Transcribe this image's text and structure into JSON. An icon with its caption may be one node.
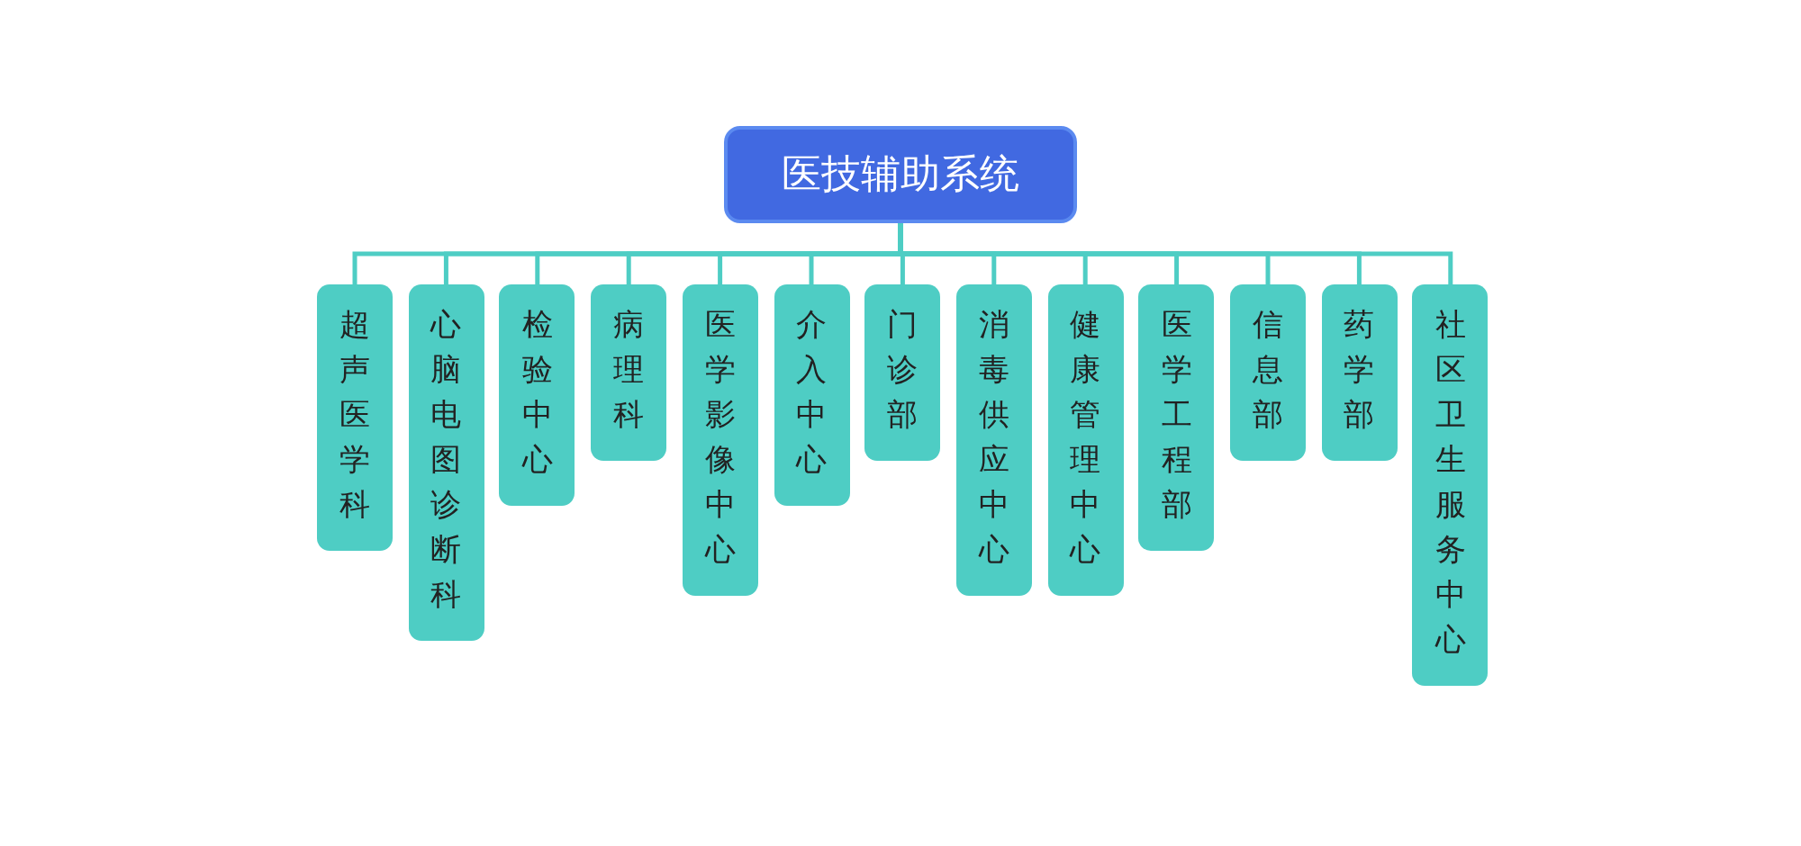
{
  "diagram": {
    "nodes": [
      {
        "text": [
          "医技辅助系统"
        ]
      },
      {
        "text": [
          "超声医学科"
        ]
      },
      {
        "text": [
          "心脑电图诊断科"
        ]
      },
      {
        "text": [
          "检验中心"
        ]
      },
      {
        "text": [
          "病理科"
        ]
      },
      {
        "text": [
          "医学影像中心"
        ]
      },
      {
        "text": [
          "介入中心"
        ]
      },
      {
        "text": [
          "门诊部"
        ]
      },
      {
        "text": [
          "消毒供应中心"
        ]
      },
      {
        "text": [
          "健康管理中心"
        ]
      },
      {
        "text": [
          "医学工程部"
        ]
      },
      {
        "text": [
          "信息部"
        ]
      },
      {
        "text": [
          "药学部"
        ]
      },
      {
        "text": [
          "社区卫生服务中心"
        ]
      }
    ],
    "edges": [
      {
        "from": 0,
        "to": 1,
        "arrow": "none"
      },
      {
        "from": 0,
        "to": 2,
        "arrow": "none"
      },
      {
        "from": 0,
        "to": 3,
        "arrow": "none"
      },
      {
        "from": 0,
        "to": 4,
        "arrow": "none"
      },
      {
        "from": 0,
        "to": 5,
        "arrow": "none"
      },
      {
        "from": 0,
        "to": 6,
        "arrow": "none"
      },
      {
        "from": 0,
        "to": 7,
        "arrow": "none"
      },
      {
        "from": 0,
        "to": 8,
        "arrow": "none"
      },
      {
        "from": 0,
        "to": 9,
        "arrow": "none"
      },
      {
        "from": 0,
        "to": 10,
        "arrow": "none"
      },
      {
        "from": 0,
        "to": 11,
        "arrow": "none"
      },
      {
        "from": 0,
        "to": 12,
        "arrow": "none"
      },
      {
        "from": 0,
        "to": 13,
        "arrow": "none"
      }
    ]
  }
}
